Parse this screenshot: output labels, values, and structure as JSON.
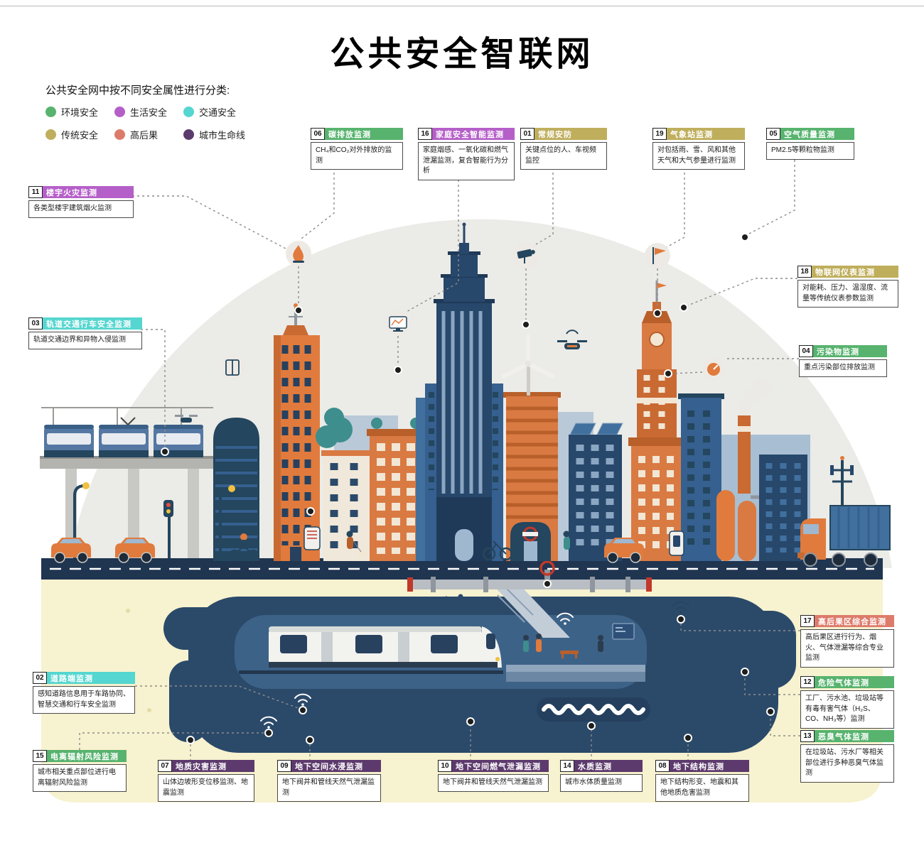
{
  "title": "公共安全智联网",
  "subtitle": "公共安全网中按不同安全属性进行分类:",
  "colors": {
    "env": "#57b36e",
    "life": "#b55fc8",
    "traffic": "#55d6d0",
    "trad": "#bfae5c",
    "high": "#dd7b6b",
    "lifeline": "#5d3a6d"
  },
  "legend": [
    {
      "label": "环境安全",
      "cat": "env"
    },
    {
      "label": "生活安全",
      "cat": "life"
    },
    {
      "label": "交通安全",
      "cat": "traffic"
    },
    {
      "label": "传统安全",
      "cat": "trad"
    },
    {
      "label": "高后果",
      "cat": "high"
    },
    {
      "label": "城市生命线",
      "cat": "lifeline"
    }
  ],
  "callouts": [
    {
      "num": "06",
      "title": "碳排放监测",
      "cat": "env",
      "desc": "CH₄和CO₂对外排放的监测"
    },
    {
      "num": "16",
      "title": "家庭安全智能监测",
      "cat": "life",
      "desc": "家庭烟感、一氧化碳和燃气泄漏监测，复合智能行为分析"
    },
    {
      "num": "01",
      "title": "常规安防",
      "cat": "trad",
      "desc": "关键点位的人、车视频监控"
    },
    {
      "num": "19",
      "title": "气象站监测",
      "cat": "trad",
      "desc": "对包括雨、雪、风和其他天气和大气参量进行监测"
    },
    {
      "num": "05",
      "title": "空气质量监测",
      "cat": "env",
      "desc": "PM2.5等颗粒物监测"
    },
    {
      "num": "11",
      "title": "楼宇火灾监测",
      "cat": "life",
      "desc": "各类型楼宇建筑烟火监测"
    },
    {
      "num": "18",
      "title": "物联网仪表监测",
      "cat": "trad",
      "desc": "对能耗、压力、温湿度、流量等传统仪表参数监测"
    },
    {
      "num": "03",
      "title": "轨道交通行车安全监测",
      "cat": "traffic",
      "desc": "轨道交通边界和异物入侵监测"
    },
    {
      "num": "04",
      "title": "污染物监测",
      "cat": "env",
      "desc": "重点污染部位排放监测"
    },
    {
      "num": "17",
      "title": "高后果区综合监测",
      "cat": "high",
      "desc": "高后果区进行行为、烟火、气体泄漏等综合专业监测"
    },
    {
      "num": "02",
      "title": "道路端监测",
      "cat": "traffic",
      "desc": "感知道路信息用于车路协同、智慧交通和行车安全监测"
    },
    {
      "num": "12",
      "title": "危险气体监测",
      "cat": "env",
      "desc": "工厂、污水池、垃圾站等有毒有害气体（H₂S、CO、NH₃等）监测"
    },
    {
      "num": "13",
      "title": "恶臭气体监测",
      "cat": "env",
      "desc": "在垃圾站、污水厂等相关部位进行多种恶臭气体监测"
    },
    {
      "num": "15",
      "title": "电离辐射风险监测",
      "cat": "env",
      "desc": "城市相关重点部位进行电离辐射风险监测"
    },
    {
      "num": "07",
      "title": "地质灾害监测",
      "cat": "lifeline",
      "desc": "山体边坡形变位移监测、地震监测"
    },
    {
      "num": "09",
      "title": "地下空间水浸监测",
      "cat": "lifeline",
      "desc": "地下阀井和管线天然气泄漏监测"
    },
    {
      "num": "10",
      "title": "地下空间燃气泄漏监测",
      "cat": "lifeline",
      "desc": "地下阀井和管线天然气泄漏监测"
    },
    {
      "num": "14",
      "title": "水质监测",
      "cat": "lifeline",
      "desc": "城市水体质量监测"
    },
    {
      "num": "08",
      "title": "地下结构监测",
      "cat": "lifeline",
      "desc": "地下结构形变、地震和其他地质危害监测"
    }
  ],
  "icons": {
    "flame": "flame-icon",
    "monitor": "monitor-icon",
    "cctv": "cctv-camera-icon",
    "windsock": "windsock-icon",
    "gauge": "gauge-icon",
    "elevator": "elevator-icon",
    "drone": "drone-icon",
    "wifi": "wifi-icon",
    "valve": "pipe-valve-icon",
    "node": "sensor-node-dot"
  }
}
